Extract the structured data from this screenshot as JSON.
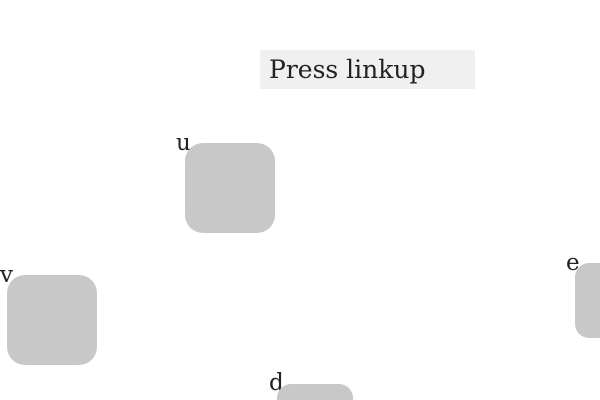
{
  "instruction": {
    "text": "Press linkup"
  },
  "keys": [
    {
      "letter": "u"
    },
    {
      "letter": "v"
    },
    {
      "letter": "e"
    },
    {
      "letter": "d"
    }
  ],
  "colors": {
    "background": "#ffffff",
    "instruction_bg": "#f0f0f0",
    "key_fill": "#c8c8c8",
    "text": "#222222"
  }
}
